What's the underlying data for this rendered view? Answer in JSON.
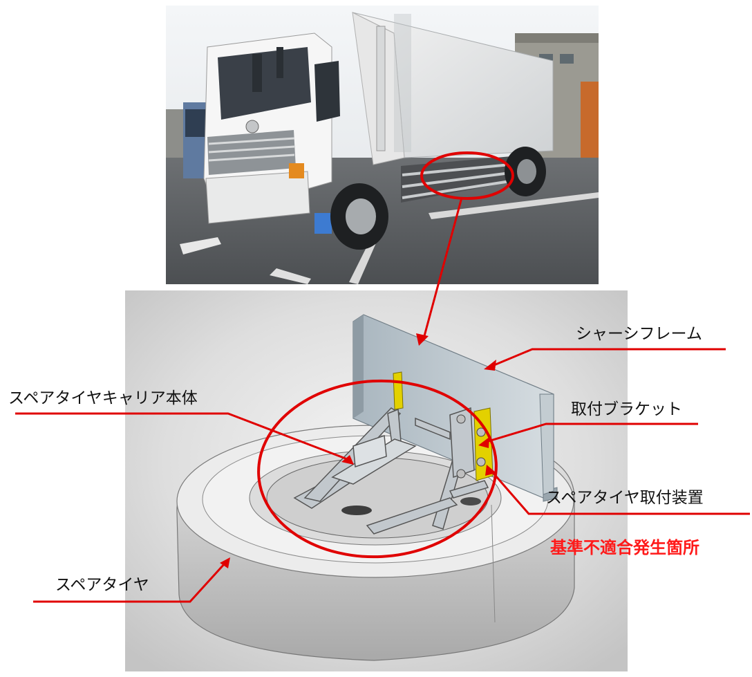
{
  "labels": {
    "chassis_frame": "シャーシフレーム",
    "carrier_body": "スペアタイヤキャリア本体",
    "mount_bracket": "取付ブラケット",
    "spare_tire_mount": "スペアタイヤ取付装置",
    "nonconformity_location": "基準不適合発生箇所",
    "spare_tire": "スペアタイヤ"
  },
  "colors": {
    "accent_red": "#e00000",
    "bracket_yellow": "#e3d100",
    "render_bg": "#d0d0d0"
  }
}
